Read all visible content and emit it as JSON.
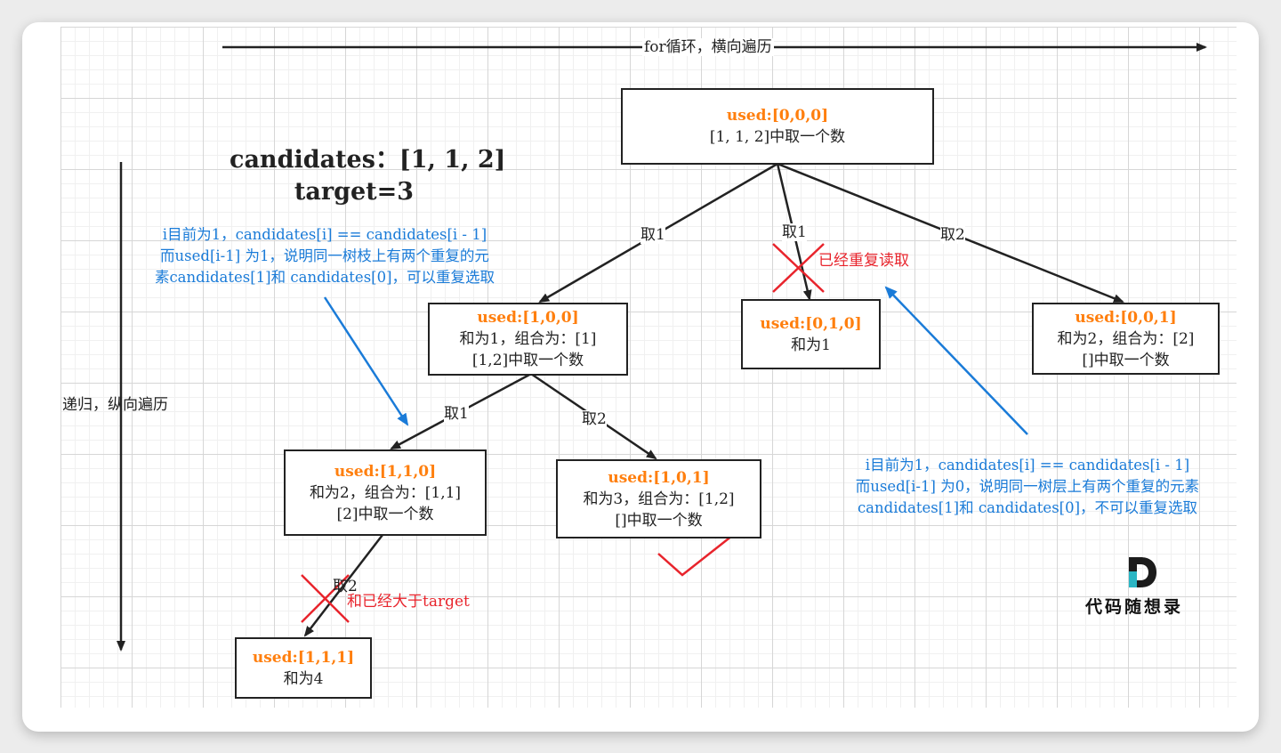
{
  "header": {
    "for_loop_label": "for循环，横向遍历"
  },
  "side": {
    "recursion_label": "递归，纵向遍历"
  },
  "title": {
    "line1": "candidates：[1, 1, 2]",
    "line2": "target=3"
  },
  "nodes": {
    "root": {
      "used": "used:[0,0,0]",
      "line1": "[1, 1, 2]中取一个数",
      "line2": ""
    },
    "a": {
      "used": "used:[1,0,0]",
      "line1": "和为1，组合为：[1]",
      "line2": "[1,2]中取一个数"
    },
    "b": {
      "used": "used:[0,1,0]",
      "line1": "和为1",
      "line2": ""
    },
    "c": {
      "used": "used:[0,0,1]",
      "line1": "和为2，组合为：[2]",
      "line2": "[]中取一个数"
    },
    "d": {
      "used": "used:[1,1,0]",
      "line1": "和为2，组合为：[1,1]",
      "line2": "[2]中取一个数"
    },
    "e": {
      "used": "used:[1,0,1]",
      "line1": "和为3，组合为：[1,2]",
      "line2": "[]中取一个数"
    },
    "f": {
      "used": "used:[1,1,1]",
      "line1": "和为4",
      "line2": ""
    }
  },
  "edges": {
    "root_a": "取1",
    "root_b": "取1",
    "root_c": "取2",
    "a_d": "取1",
    "a_e": "取2",
    "d_f": "取2"
  },
  "notes": {
    "repeated_read": "已经重复读取",
    "over_target": "和已经大于target",
    "branch_note": [
      "i目前为1，candidates[i] == candidates[i - 1]",
      "而used[i-1] 为1，说明同一树枝上有两个重复的元",
      "素candidates[1]和 candidates[0]，可以重复选取"
    ],
    "layer_note": [
      "i目前为1，candidates[i] == candidates[i - 1]",
      "而used[i-1] 为0，说明同一树层上有两个重复的元素",
      "candidates[1]和 candidates[0]，不可以重复选取"
    ]
  },
  "logo": {
    "text": "代码随想录"
  },
  "colors": {
    "used": "#ff7f0e",
    "note": "#1a7bd8",
    "mark": "#e8242c",
    "line": "#222222"
  }
}
